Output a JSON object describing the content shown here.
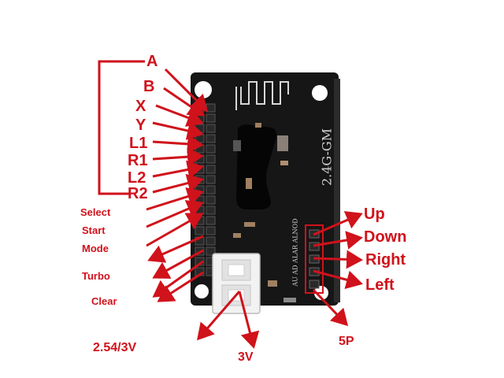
{
  "buttons": {
    "a": "A",
    "b": "B",
    "x": "X",
    "y": "Y",
    "l1": "L1",
    "r1": "R1",
    "l2": "L2",
    "r2": "R2",
    "select": "Select",
    "start": "Start",
    "mode": "Mode",
    "turbo": "Turbo",
    "clear": "Clear"
  },
  "dpad": {
    "up": "Up",
    "down": "Down",
    "right": "Right",
    "left": "Left"
  },
  "connectors": {
    "pin_header": "2.54/3V",
    "power": "3V",
    "dpad_header": "5P"
  },
  "board": {
    "model": "2.4G-GM",
    "dpad_silk": "AU AD ALAR ALNOD",
    "colors": {
      "annotation": "#d0121b",
      "pcb": "#141414",
      "silkscreen": "#cfcfcf"
    }
  }
}
